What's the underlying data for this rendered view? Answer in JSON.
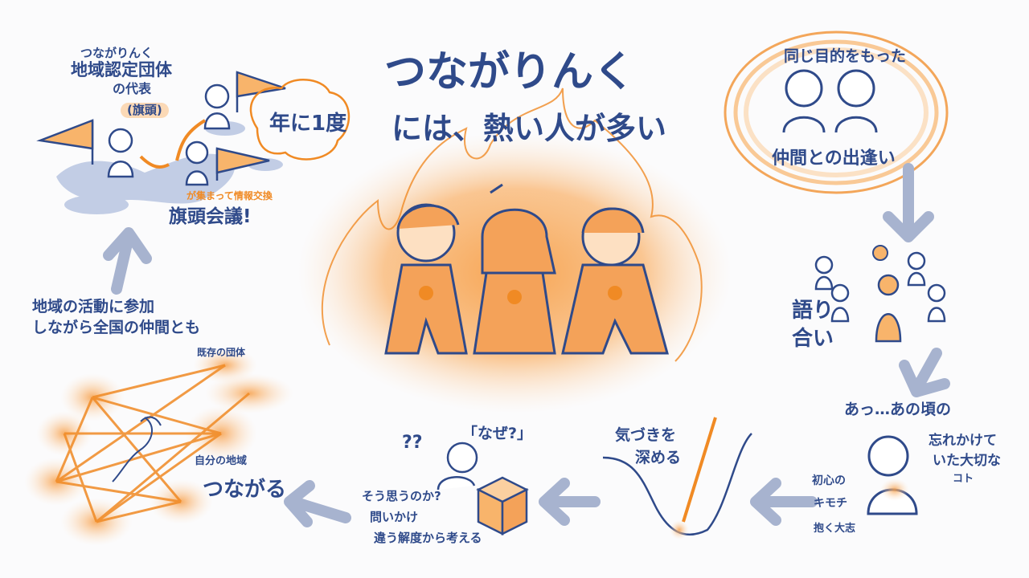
{
  "title": {
    "line1": "つながりんく",
    "line2": "には、熱い人が多い"
  },
  "top_left": {
    "org_line1": "つながりんく",
    "org_line2": "地域認定団体",
    "org_line3": "の代表",
    "org_note": "(旗頭)",
    "yearly": "年に1度",
    "gather_note": "が集まって情報交換",
    "meeting": "旗頭会議!"
  },
  "top_right": {
    "line1": "同じ目的をもった",
    "line2": "仲間との出逢い"
  },
  "right_middle": {
    "label": "語り合い"
  },
  "bottom_right": {
    "ah_line": "あっ…あの頃の",
    "forget_line1": "忘れかけて",
    "forget_line2": "いた大切な",
    "forget_line3": "コト",
    "beginner_line1": "初心の",
    "beginner_line2": "キモチ",
    "beginner_line3": "抱く大志"
  },
  "bottom_center": {
    "deepen_line1": "気づきを",
    "deepen_line2": "深める",
    "why_label": "「なぜ?」",
    "qq": "??",
    "ask_line1": "そう思うのか?",
    "ask_line2": "問いかけ",
    "ask_line3": "違う解度から考える"
  },
  "bottom_left": {
    "activity_line1": "地域の活動に参加",
    "activity_line2": "しながら全国の仲間とも",
    "existing_groups": "既存の団体",
    "own_region": "自分の地域",
    "connect": "つながる"
  },
  "colors": {
    "navy": "#2f4a8a",
    "orange": "#f08a24",
    "light_orange": "#f8b46b",
    "arrow_gray": "#a7b3cf",
    "island_blue": "#b9c6e2"
  }
}
